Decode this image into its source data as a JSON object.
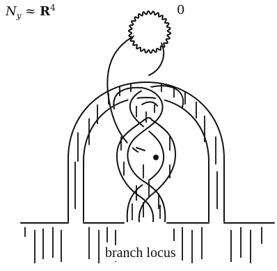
{
  "labels": {
    "space_name": "N",
    "space_sub": "y",
    "approx": "≈",
    "space_bold": "R",
    "space_exp": "4",
    "framing": "0",
    "branch_locus": "branch locus"
  }
}
